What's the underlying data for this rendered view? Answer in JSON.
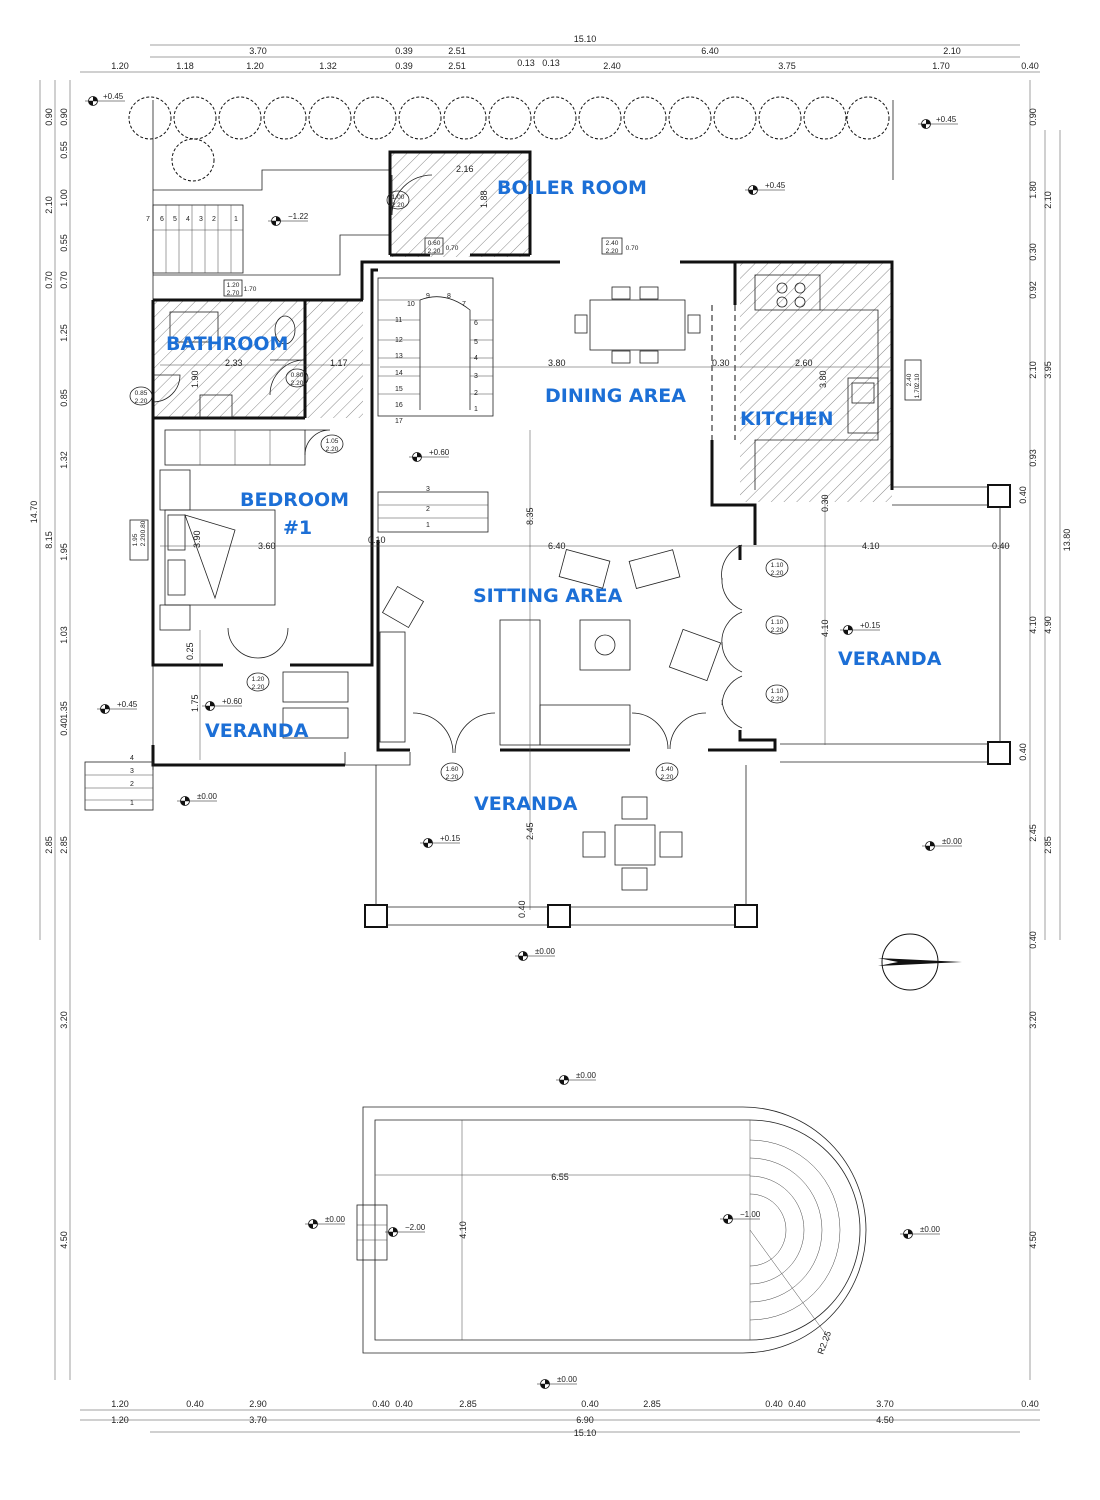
{
  "colors": {
    "room_label": "#1c6fd6",
    "line": "#111111",
    "hatch": "#555555"
  },
  "icons": {
    "compass": "north-arrow-icon",
    "level": "level-marker-icon",
    "tree": "tree-icon"
  },
  "rooms": {
    "boiler": "BOILER ROOM",
    "bathroom": "BATHROOM",
    "dining": "DINING AREA",
    "kitchen": "KITCHEN",
    "bedroom_1": "BEDROOM",
    "bedroom_2": "#1",
    "sitting": "SITTING AREA",
    "veranda_east": "VERANDA",
    "veranda_west": "VERANDA",
    "veranda_south": "VERANDA"
  },
  "dims_top": {
    "total": "15.10",
    "r2": [
      "3.70",
      "0.39",
      "2.51",
      "6.40",
      "2.10"
    ],
    "r3": [
      "1.20",
      "1.18",
      "1.20",
      "1.32",
      "0.39",
      "2.51",
      "0.13",
      "0.13",
      "2.40",
      "3.75",
      "1.70",
      "0.40"
    ]
  },
  "dims_bottom": {
    "r1": [
      "1.20",
      "0.40",
      "2.90",
      "0.40",
      "0.40",
      "2.85",
      "0.40",
      "2.85",
      "0.40",
      "0.40",
      "3.70",
      "0.40"
    ],
    "r2": [
      "1.20",
      "3.70",
      "6.90",
      "4.50"
    ],
    "total": "15.10"
  },
  "dims_left": {
    "a": [
      "0.90",
      "0.55",
      "1.00",
      "0.55",
      "0.70",
      "1.25",
      "0.85",
      "1.32",
      "1.03",
      "0.40",
      "2.85"
    ],
    "b": [
      "0.90",
      "2.10",
      "0.70",
      "8.15",
      "1.95",
      "1.35",
      "2.85"
    ],
    "c": [
      "14.70",
      "3.20",
      "4.50"
    ]
  },
  "dims_right": {
    "a": [
      "0.90",
      "1.80",
      "0.30",
      "0.92",
      "2.10",
      "0.93",
      "0.40",
      "4.10",
      "0.40",
      "2.45",
      "0.40",
      "3.20",
      "4.50"
    ],
    "b": [
      "2.10",
      "3.95",
      "4.90",
      "2.85"
    ],
    "c": [
      "13.80"
    ]
  },
  "dims_interior": {
    "boiler_w": "2.16",
    "boiler_h": "1.88",
    "bath_w": "2.33",
    "bath_w2": "1.17",
    "bath_h": "1.90",
    "dining_w": "3.80",
    "kitchen_gap": "0.30",
    "kitchen_w": "2.60",
    "kitchen_h": "3.80",
    "bed_w": "3.60",
    "bed_h": "3.90",
    "wall_gap": "0.10",
    "sit_w": "6.40",
    "ver_w": "4.10",
    "ver_gap": "0.40",
    "ver_h": "4.10",
    "hall_h": "8.35",
    "ver_s_h": "2.45",
    "ver_s_post": "0.40",
    "kit_post": "0.30",
    "bed_d1": "0.25",
    "bed_d2": "1.75",
    "pool_w": "6.55",
    "pool_h": "4.10",
    "pool_r": "R2.25"
  },
  "levels": {
    "nw": "+0.45",
    "ne": "+0.45",
    "boiler": "+0.45",
    "stair": "−1.22",
    "hall": "+0.60",
    "east_ver": "+0.15",
    "west_yard": "+0.45",
    "bed_ver": "+0.60",
    "sw": "±0.00",
    "south_ver": "+0.15",
    "east_yard": "±0.00",
    "south": "±0.00",
    "pool_n": "±0.00",
    "pool_w": "±0.00",
    "pool_deep": "−2.00",
    "pool_shallow": "−1.00",
    "pool_e": "±0.00",
    "pool_s": "±0.00"
  },
  "doors": {
    "boiler_d": [
      "1.00",
      "2.20"
    ],
    "boiler_w": [
      "0.60",
      "2.20",
      "0.70"
    ],
    "dining_w": [
      "2.40",
      "2.20",
      "0.70"
    ],
    "bath_w": [
      "1.20",
      "2.70",
      "1.70"
    ],
    "bath_d": [
      "0.80",
      "2.20"
    ],
    "bath_d2": [
      "0.85",
      "2.20"
    ],
    "bed_d": [
      "1.05",
      "2.20"
    ],
    "bed_w": [
      "1.95",
      "2.20",
      "0.80"
    ],
    "bed_ver": [
      "1.20",
      "2.20"
    ],
    "sit_e1": [
      "1.10",
      "2.20"
    ],
    "sit_e2": [
      "1.10",
      "2.20"
    ],
    "sit_e3": [
      "1.10",
      "2.20"
    ],
    "sit_s1": [
      "1.60",
      "2.20"
    ],
    "sit_s2": [
      "1.40",
      "2.20"
    ],
    "kitchen_w": [
      "2.40",
      "2.10",
      "1.70"
    ]
  },
  "stairs": {
    "main": [
      "1",
      "2",
      "3",
      "4",
      "5",
      "6",
      "7",
      "8",
      "9",
      "10",
      "11",
      "12",
      "13",
      "14",
      "15",
      "16",
      "17"
    ],
    "outer": [
      "7",
      "6",
      "5",
      "4",
      "3",
      "2",
      "1"
    ],
    "hall": [
      "3",
      "2",
      "1"
    ],
    "sw": [
      "4",
      "3",
      "2",
      "1"
    ]
  }
}
